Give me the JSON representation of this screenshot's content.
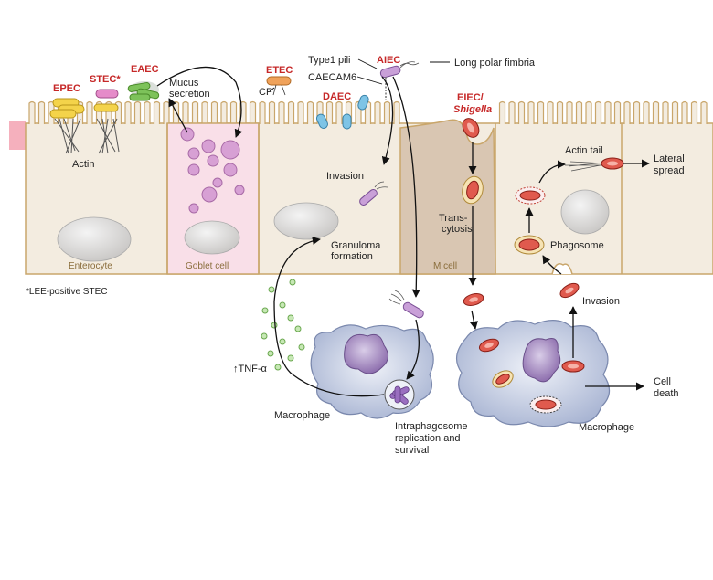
{
  "pathogens": {
    "epec": "EPEC",
    "stec": "STEC*",
    "eaec": "EAEC",
    "etec": "ETEC",
    "daec": "DAEC",
    "aiec": "AIEC",
    "eiec_line1": "EIEC/",
    "eiec_line2": "Shigella"
  },
  "labels": {
    "actin": "Actin",
    "mucus_line1": "Mucus",
    "mucus_line2": "secretion",
    "cf": "CF",
    "type1_pili": "Type1 pili",
    "caecam6": "CAECAM6",
    "long_polar_fimbria": "Long polar fimbria",
    "invasion_upper": "Invasion",
    "granuloma_line1": "Granuloma",
    "granuloma_line2": "formation",
    "transcytosis_line1": "Trans-",
    "transcytosis_line2": "cytosis",
    "actin_tail": "Actin tail",
    "lateral_line1": "Lateral",
    "lateral_line2": "spread",
    "phagosome": "Phagosome",
    "invasion_lower": "Invasion",
    "tnf": "↑TNF-α",
    "macrophage_left": "Macrophage",
    "intraphago_line1": "Intraphagosome",
    "intraphago_line2": "replication and",
    "intraphago_line3": "survival",
    "macrophage_right": "Macrophage",
    "celldeath_line1": "Cell",
    "celldeath_line2": "death",
    "footnote": "*LEE-positive STEC"
  },
  "cells": {
    "enterocyte": "Enterocyte",
    "goblet": "Goblet cell",
    "mcell": "M cell"
  },
  "colors": {
    "pathogen_label": "#c62828",
    "epithelium": "#f3ece0",
    "cell_outline": "#c9a66b",
    "goblet_fill": "#f9dfe8",
    "mcell_fill": "#d9c6b2",
    "macrophage_fill": "#c7d0e6",
    "nucleus_fill": "#9a7fb5",
    "bacterium_red": "#e05a4e"
  }
}
